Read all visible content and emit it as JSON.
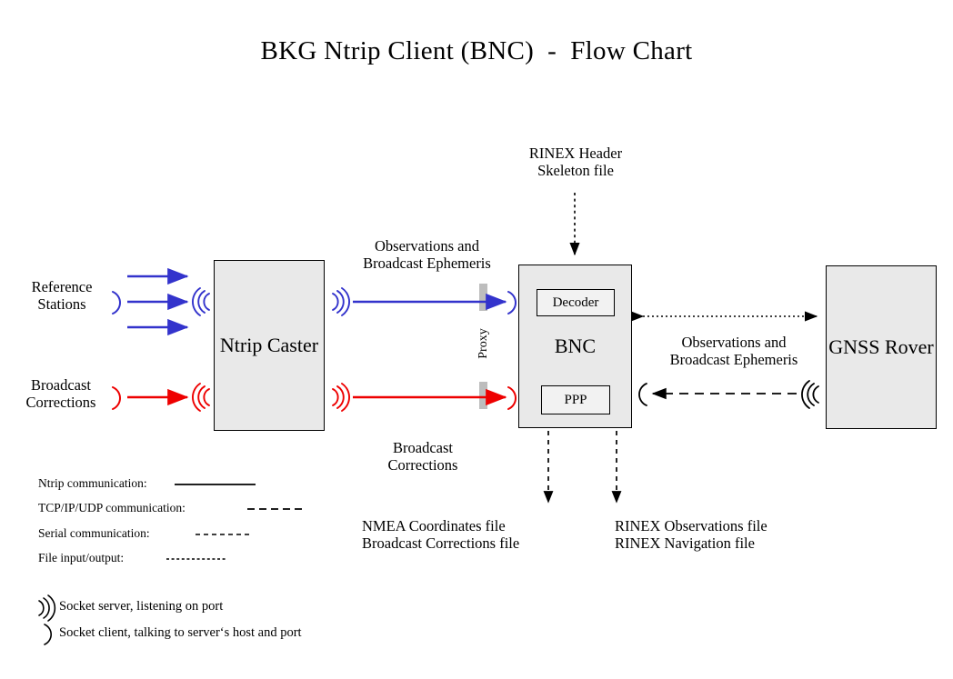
{
  "title": "BKG Ntrip Client (BNC)  -  Flow Chart",
  "colors": {
    "ntrip_blue": "#3333cc",
    "broadcast_red": "#ee0000",
    "box_fill": "#e9e9e9",
    "subbox_fill": "#f2f2f2",
    "border": "#000000",
    "proxy_bar": "#bdbdbd"
  },
  "nodes": {
    "reference_stations": "Reference\nStations",
    "broadcast_corrections_src": "Broadcast\nCorrections",
    "ntrip_caster": "Ntrip\nCaster",
    "bnc": "BNC",
    "decoder": "Decoder",
    "ppp": "PPP",
    "gnss_rover": "GNSS\nRover",
    "proxy": "Proxy"
  },
  "edge_labels": {
    "caster_to_bnc_top": "Observations and\nBroadcast Ephemeris",
    "caster_to_bnc_bottom": "Broadcast\nCorrections",
    "rinex_header": "RINEX Header\nSkeleton file",
    "bnc_to_rover": "Observations and\nBroadcast Ephemeris",
    "nmea_files": "NMEA Coordinates file\nBroadcast Corrections file",
    "rinex_files": "RINEX Observations file\nRINEX Navigation file"
  },
  "legend": {
    "lines": [
      {
        "label": "Ntrip communication:",
        "style": "solid",
        "width": 88
      },
      {
        "label": "TCP/IP/UDP communication:",
        "style": "dashed",
        "width": 60
      },
      {
        "label": "Serial communication:",
        "style": "dashdot",
        "width": 62
      },
      {
        "label": "File input/output:",
        "style": "dotted",
        "width": 70
      }
    ],
    "sockets": [
      {
        "glyph": "socket-server-icon",
        "label": "Socket server, listening on port"
      },
      {
        "glyph": "socket-client-icon",
        "label": "Socket client, talking to server‘s host and port"
      }
    ]
  }
}
